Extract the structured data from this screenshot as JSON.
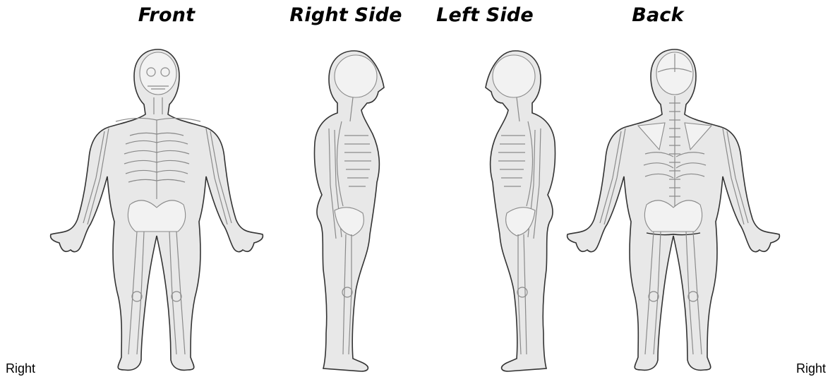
{
  "views": {
    "front": "Front",
    "right_side": "Right Side",
    "left_side": "Left Side",
    "back": "Back"
  },
  "corner_labels": {
    "left": "Right",
    "right": "Right"
  }
}
